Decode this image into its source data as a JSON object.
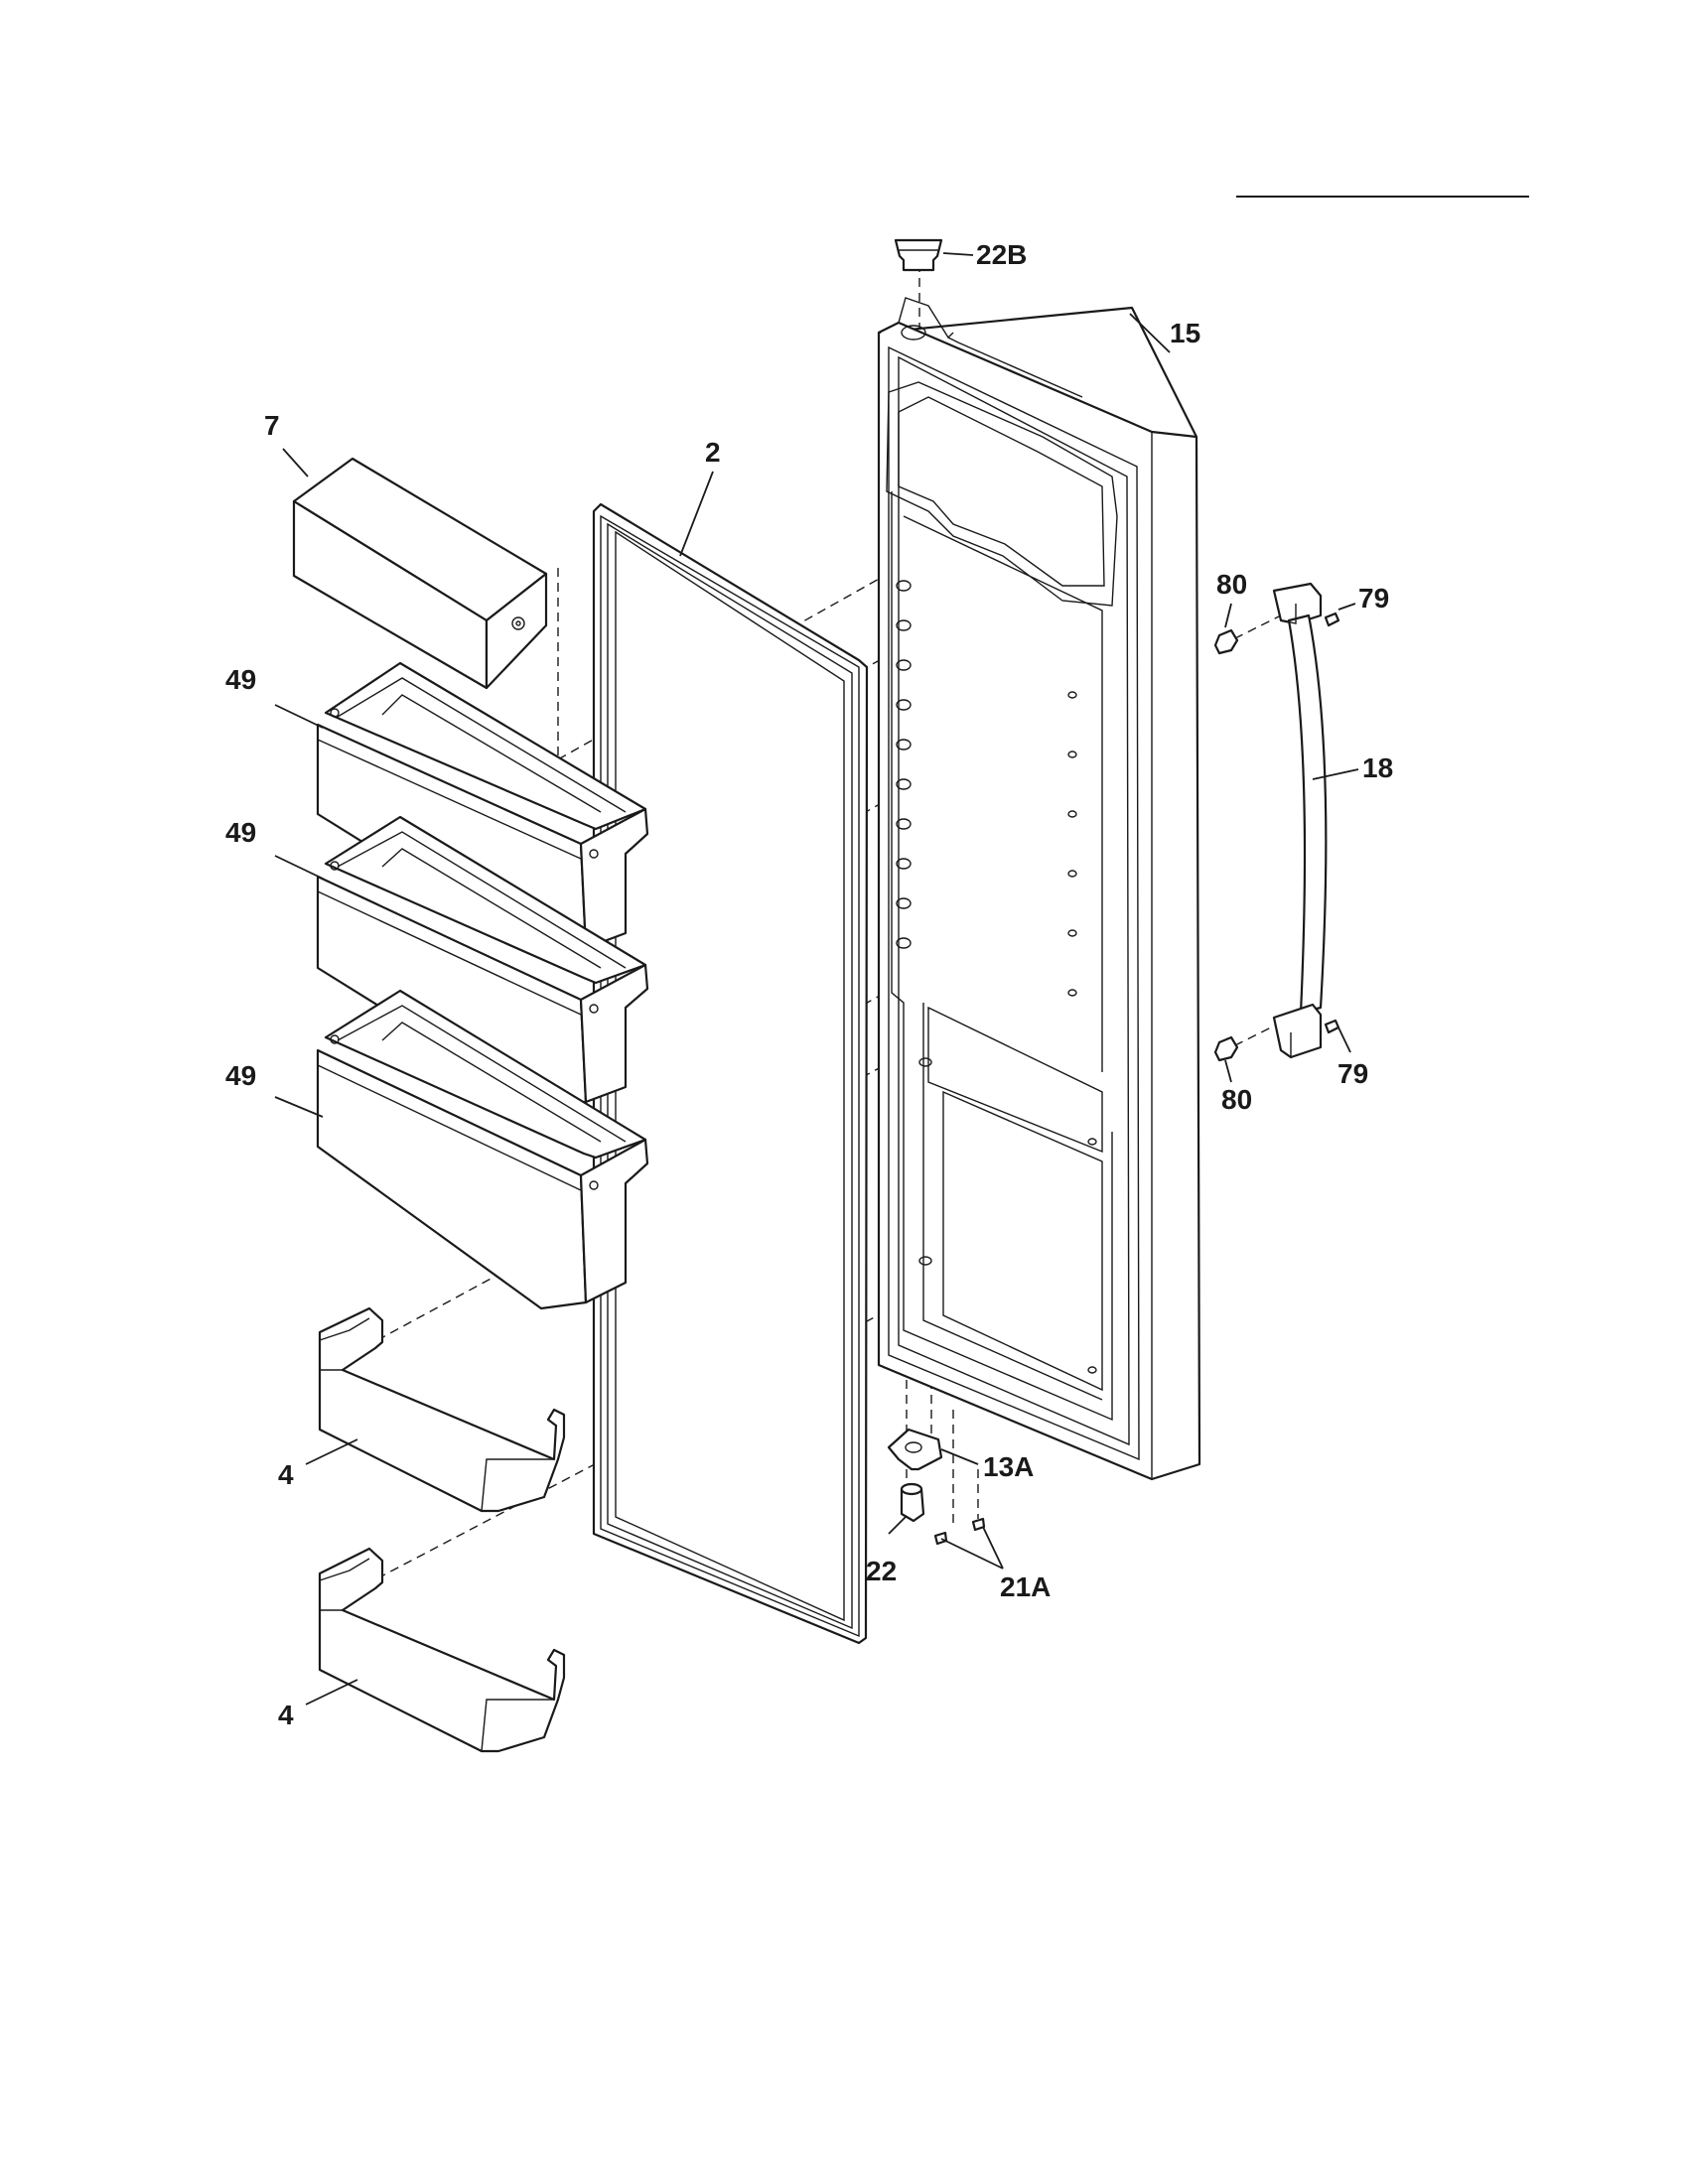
{
  "labels": {
    "p22B": "22B",
    "p15": "15",
    "p7": "7",
    "p2": "2",
    "p80_top": "80",
    "p79_top": "79",
    "p49_a": "49",
    "p49_b": "49",
    "p18": "18",
    "p49_c": "49",
    "p80_bot": "80",
    "p79_bot": "79",
    "p4_a": "4",
    "p13A": "13A",
    "p22": "22",
    "p21A": "21A",
    "p4_b": "4"
  }
}
